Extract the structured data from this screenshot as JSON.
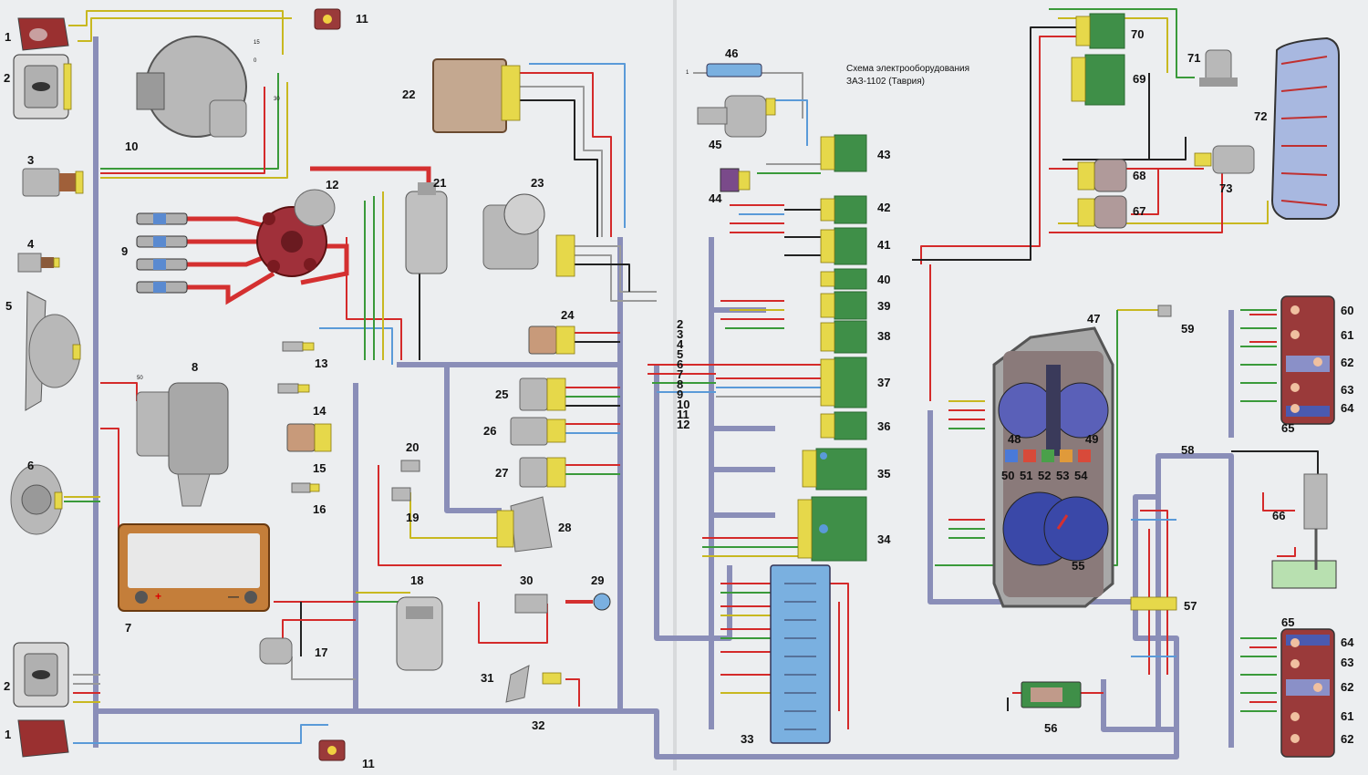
{
  "title_line1": "Схема электрооборудования",
  "title_line2": "ЗАЗ-1102 (Таврия)",
  "component_labels": {
    "c1_top": "1",
    "c2_top": "2",
    "c3": "3",
    "c4": "4",
    "c5": "5",
    "c6": "6",
    "c7": "7",
    "c8": "8",
    "c9": "9",
    "c10": "10",
    "c11_top": "11",
    "c12": "12",
    "c13": "13",
    "c14": "14",
    "c15": "15",
    "c16": "16",
    "c17": "17",
    "c18": "18",
    "c19": "19",
    "c20": "20",
    "c21": "21",
    "c22": "22",
    "c23": "23",
    "c24": "24",
    "c25": "25",
    "c26": "26",
    "c27": "27",
    "c28": "28",
    "c29": "29",
    "c30": "30",
    "c31": "31",
    "c32": "32",
    "c33": "33",
    "c34": "34",
    "c35": "35",
    "c36": "36",
    "c37": "37",
    "c38": "38",
    "c39": "39",
    "c40": "40",
    "c41": "41",
    "c42": "42",
    "c43": "43",
    "c44": "44",
    "c45": "45",
    "c46": "46",
    "c47": "47",
    "c48": "48",
    "c49": "49",
    "c50": "50",
    "c51": "51",
    "c52": "52",
    "c53": "53",
    "c54": "54",
    "c55": "55",
    "c56": "56",
    "c57": "57",
    "c58": "58",
    "c59": "59",
    "c60": "60",
    "c61_top": "61",
    "c62_top": "62",
    "c63_top": "63",
    "c64_top": "64",
    "c65_top": "65",
    "c66": "66",
    "c67": "67",
    "c68": "68",
    "c69": "69",
    "c70": "70",
    "c71": "71",
    "c72": "72",
    "c73": "73",
    "c2_bottom": "2",
    "c1_bottom": "1",
    "c11_bottom": "11",
    "c65_bottom": "65",
    "c64_bottom": "64",
    "c63_bottom": "63",
    "c62_bottom": "62",
    "c61_bottom": "61",
    "c62_last": "62"
  },
  "center_connector_labels": [
    "2",
    "3",
    "4",
    "5",
    "6",
    "7",
    "8",
    "9",
    "10",
    "11",
    "12"
  ],
  "pin_labels": {
    "gen_15": "15",
    "gen_0": "0",
    "gen_30": "30",
    "starter_50": "50",
    "battery_plus": "+",
    "battery_minus": "—",
    "wire_1": "1"
  },
  "colors": {
    "background": "#eceef0",
    "bundle": "#8a8eb8",
    "hv_wire": "#d43030",
    "relay": "#3f8f48",
    "connector": "#e6d84a",
    "lamp": "#9a3a3a",
    "fuse_block": "#7ab0e0"
  }
}
